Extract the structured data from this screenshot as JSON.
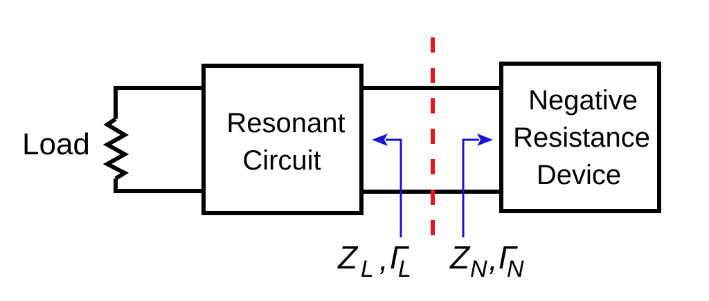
{
  "diagram": {
    "load": {
      "label": "Load"
    },
    "resonant_circuit": {
      "lines": [
        "Resonant",
        "Circuit"
      ]
    },
    "negative_resistance_device": {
      "lines": [
        "Negative",
        "Resistance",
        "Device"
      ]
    },
    "reference_plane": {
      "style": "dashed",
      "color": "#e8141c"
    },
    "left_label": {
      "z": "Z",
      "z_sub": "L",
      "sep": ",",
      "g": "Γ",
      "g_sub": "L",
      "arrow_direction": "left"
    },
    "right_label": {
      "z": "Z",
      "z_sub": "N",
      "sep": ",",
      "g": "Γ",
      "g_sub": "N",
      "arrow_direction": "right"
    },
    "colors": {
      "wire": "#000000",
      "arrow": "#1414d2",
      "plane": "#e8141c"
    }
  }
}
